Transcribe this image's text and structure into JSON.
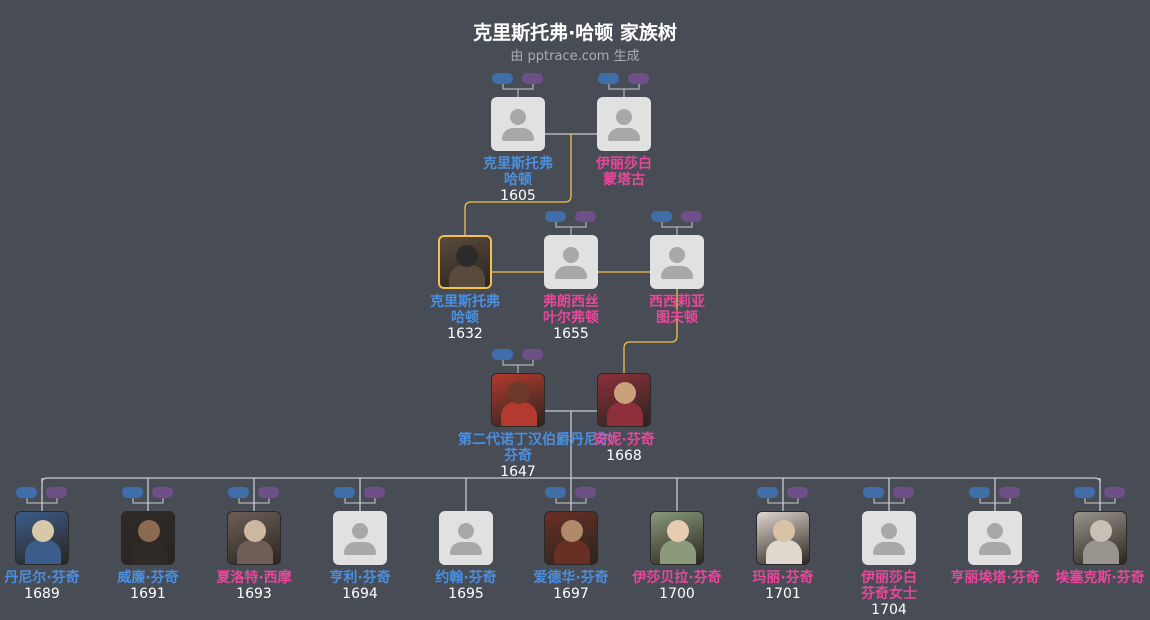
{
  "header": {
    "title": "克里斯托弗·哈顿 家族树",
    "subtitle": "由 pptrace.com 生成"
  },
  "colors": {
    "background": "#474c55",
    "male": "#4a8fe0",
    "female": "#e8479a",
    "highlight_line": "#f2c14e",
    "line": "#c9ccd1"
  },
  "people": [
    {
      "id": "p1",
      "name_lines": [
        "克里斯托弗",
        "哈顿"
      ],
      "year": "1605",
      "gender": "m",
      "photo": "placeholder-icon"
    },
    {
      "id": "p2",
      "name_lines": [
        "伊丽莎白",
        "蒙塔古"
      ],
      "year": "",
      "gender": "f",
      "photo": "placeholder-icon"
    },
    {
      "id": "p3",
      "name_lines": [
        "克里斯托弗",
        "哈顿"
      ],
      "year": "1632",
      "gender": "m",
      "photo": "portrait-icon",
      "focus": true
    },
    {
      "id": "p4",
      "name_lines": [
        "弗朗西丝",
        "叶尔弗顿"
      ],
      "year": "1655",
      "gender": "f",
      "photo": "placeholder-icon"
    },
    {
      "id": "p5",
      "name_lines": [
        "西西莉亚",
        "图夫顿"
      ],
      "year": "",
      "gender": "f",
      "photo": "placeholder-icon"
    },
    {
      "id": "p6",
      "name_lines": [
        "第二代诺丁汉伯爵丹尼尔",
        "芬奇"
      ],
      "year": "1647",
      "gender": "m",
      "photo": "portrait-icon"
    },
    {
      "id": "p7",
      "name_lines": [
        "安妮·芬奇"
      ],
      "year": "1668",
      "gender": "f",
      "photo": "portrait-icon"
    },
    {
      "id": "c1",
      "name_lines": [
        "丹尼尔·芬奇"
      ],
      "year": "1689",
      "gender": "m",
      "photo": "portrait-icon"
    },
    {
      "id": "c2",
      "name_lines": [
        "威廉·芬奇"
      ],
      "year": "1691",
      "gender": "m",
      "photo": "portrait-icon"
    },
    {
      "id": "c3",
      "name_lines": [
        "夏洛特·西摩"
      ],
      "year": "1693",
      "gender": "f",
      "photo": "portrait-icon"
    },
    {
      "id": "c4",
      "name_lines": [
        "亨利·芬奇"
      ],
      "year": "1694",
      "gender": "m",
      "photo": "placeholder-icon"
    },
    {
      "id": "c5",
      "name_lines": [
        "约翰·芬奇"
      ],
      "year": "1695",
      "gender": "m",
      "photo": "placeholder-icon"
    },
    {
      "id": "c6",
      "name_lines": [
        "爱德华·芬奇"
      ],
      "year": "1697",
      "gender": "m",
      "photo": "portrait-icon"
    },
    {
      "id": "c7",
      "name_lines": [
        "伊莎贝拉·芬奇"
      ],
      "year": "1700",
      "gender": "f",
      "photo": "portrait-icon"
    },
    {
      "id": "c8",
      "name_lines": [
        "玛丽·芬奇"
      ],
      "year": "1701",
      "gender": "f",
      "photo": "portrait-icon"
    },
    {
      "id": "c9",
      "name_lines": [
        "伊丽莎白",
        "芬奇女士"
      ],
      "year": "1704",
      "gender": "f",
      "photo": "placeholder-icon"
    },
    {
      "id": "c10",
      "name_lines": [
        "亨丽埃塔·芬奇"
      ],
      "year": "",
      "gender": "f",
      "photo": "placeholder-icon"
    },
    {
      "id": "c11",
      "name_lines": [
        "埃塞克斯·芬奇"
      ],
      "year": "",
      "gender": "f",
      "photo": "portrait-icon"
    }
  ]
}
